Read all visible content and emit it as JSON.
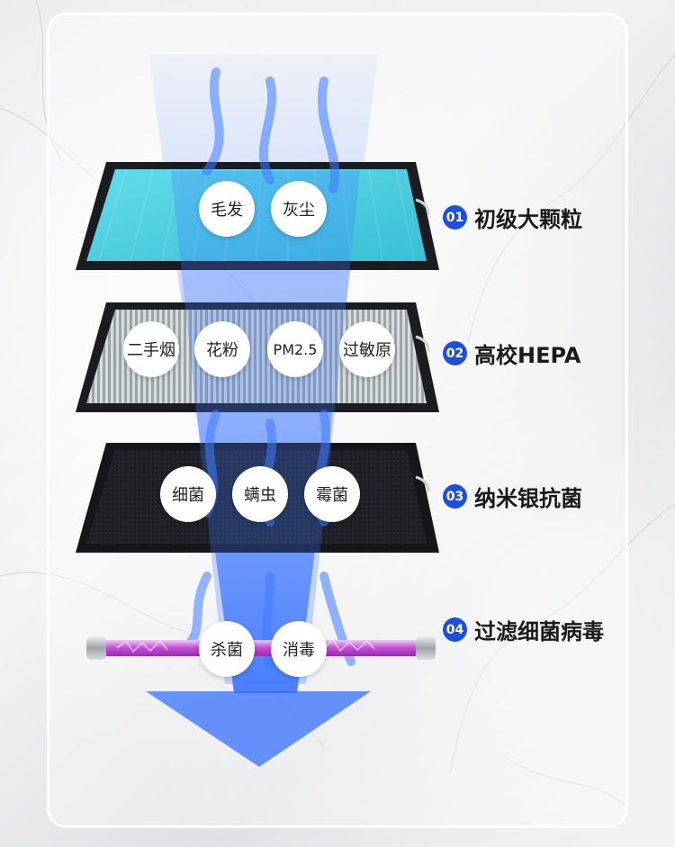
{
  "layers": [
    {
      "number": "01",
      "title": "初级大颗粒",
      "bubbles": [
        "毛发",
        "灰尘"
      ]
    },
    {
      "number": "02",
      "title": "高校HEPA",
      "bubbles": [
        "二手烟",
        "花粉",
        "PM2.5",
        "过敏原"
      ]
    },
    {
      "number": "03",
      "title": "纳米银抗菌",
      "bubbles": [
        "细菌",
        "螨虫",
        "霉菌"
      ]
    },
    {
      "number": "04",
      "title": "过滤细菌病毒",
      "bubbles": [
        "杀菌",
        "消毒"
      ]
    }
  ],
  "colors": {
    "badge": "#1f4fd8",
    "airflow": "#2f6bff",
    "uv": "#c24bd6",
    "filter1": "#5ed6e6",
    "frame": "#1b1c22"
  }
}
